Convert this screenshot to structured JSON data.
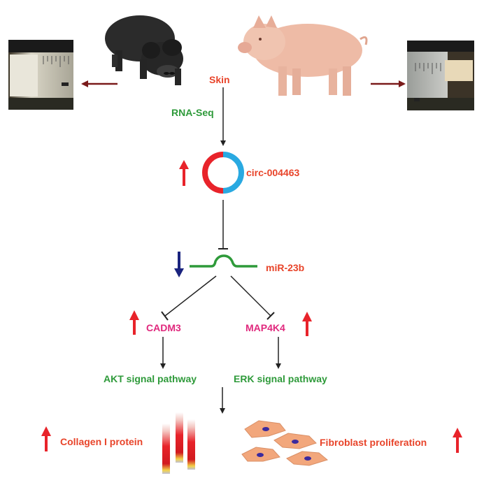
{
  "labels": {
    "skin": "Skin",
    "rna_seq": "RNA-Seq",
    "circ": "circ-004463",
    "mir": "miR-23b",
    "cadm3": "CADM3",
    "map4k4": "MAP4K4",
    "akt": "AKT signal pathway",
    "erk": "ERK signal pathway",
    "collagen": "Collagen I protein",
    "fibroblast": "Fibroblast proliferation"
  },
  "colors": {
    "label_red": "#e8442a",
    "label_green": "#2e9a3a",
    "label_pink": "#e0287d",
    "up_arrow": "#e8232a",
    "down_arrow": "#1a237e",
    "circ_red": "#e8232a",
    "circ_blue": "#29a9e1",
    "mir_line": "#2e9a3a",
    "side_arrow": "#7a1a1a"
  },
  "icons": {
    "left_pig": "black-pig-icon",
    "right_pig": "pink-pig-icon",
    "left_photo": "skin-ruler-photo-icon",
    "right_photo": "skin-ruler-photo-icon",
    "cells": "fibroblast-cells-icon",
    "tubes": "protein-gel-tubes-icon"
  }
}
